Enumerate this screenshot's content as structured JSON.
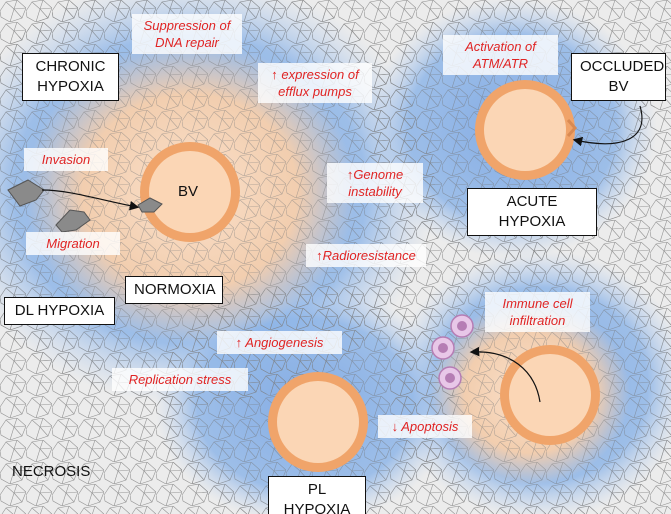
{
  "labels": {
    "chronic_hypoxia_line1": "CHRONIC",
    "chronic_hypoxia_line2": "HYPOXIA",
    "occluded_bv_line1": "OCCLUDED",
    "occluded_bv_line2": "BV",
    "acute_hypoxia": "ACUTE HYPOXIA",
    "normoxia": "NORMOXIA",
    "dl_hypoxia": "DL HYPOXIA",
    "necrosis": "NECROSIS",
    "pl_hypoxia": "PL HYPOXIA",
    "bv": "BV"
  },
  "effects": {
    "suppression_line1": "Suppression of",
    "suppression_line2": "DNA repair",
    "efflux_line1": "↑ expression of",
    "efflux_line2": "efflux pumps",
    "activation_line1": "Activation of",
    "activation_line2": "ATM/ATR",
    "invasion": "Invasion",
    "genome_line1": "↑Genome",
    "genome_line2": "instability",
    "migration": "Migration",
    "radioresistance": "↑Radioresistance",
    "immune_line1": "Immune cell",
    "immune_line2": "infiltration",
    "angiogenesis": "↑ Angiogenesis",
    "replication_stress": "Replication stress",
    "apoptosis": "↓ Apoptosis"
  },
  "colors": {
    "effect_text": "#e02424",
    "hypoxic_zone": "#8fb6e8",
    "normoxic_zone": "#f6c9a4",
    "vessel_ring": "#f0a46a",
    "vessel_core": "#fbd3b0",
    "necrotic_background": "#e9e9e9",
    "tumor_cell": "#8a8a8a",
    "immune_cell": "#d9a0d8"
  },
  "icons": [
    "blood-vessel",
    "tumor-cell",
    "immune-cell",
    "arrow"
  ]
}
